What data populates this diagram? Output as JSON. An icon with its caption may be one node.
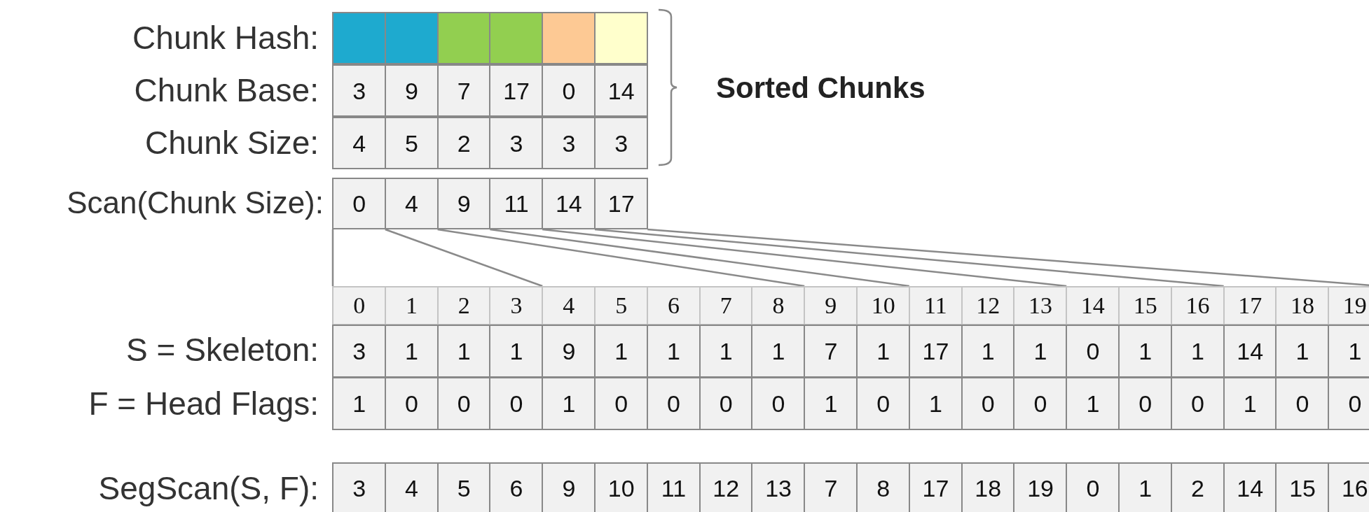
{
  "diagram": {
    "nodes": [
      {
        "text": [],
        "shape": "box"
      },
      {
        "text": [],
        "shape": "box"
      },
      {
        "text": [],
        "shape": "box"
      },
      {
        "text": [],
        "shape": "box"
      },
      {
        "text": [],
        "shape": "box"
      },
      {
        "text": [],
        "shape": "box"
      },
      {
        "text": [
          "3"
        ]
      },
      {
        "text": [
          "9"
        ]
      },
      {
        "text": [
          "7"
        ]
      },
      {
        "text": [
          "17"
        ]
      },
      {
        "text": [
          "0"
        ]
      },
      {
        "text": [
          "14"
        ]
      },
      {
        "text": [
          "4"
        ]
      },
      {
        "text": [
          "5"
        ]
      },
      {
        "text": [
          "2"
        ]
      },
      {
        "text": [
          "3"
        ]
      },
      {
        "text": [
          "3"
        ]
      },
      {
        "text": [
          "3"
        ]
      },
      {
        "text": [
          "0"
        ]
      },
      {
        "text": [
          "4"
        ]
      },
      {
        "text": [
          "9"
        ]
      },
      {
        "text": [
          "11"
        ]
      },
      {
        "text": [
          "14"
        ]
      },
      {
        "text": [
          "17"
        ]
      },
      {
        "text": [
          "0"
        ]
      },
      {
        "text": [
          "1"
        ]
      },
      {
        "text": [
          "2"
        ]
      },
      {
        "text": [
          "3"
        ]
      },
      {
        "text": [
          "4"
        ]
      },
      {
        "text": [
          "5"
        ]
      },
      {
        "text": [
          "6"
        ]
      },
      {
        "text": [
          "7"
        ]
      },
      {
        "text": [
          "8"
        ]
      },
      {
        "text": [
          "9"
        ]
      },
      {
        "text": [
          "10"
        ]
      },
      {
        "text": [
          "11"
        ]
      },
      {
        "text": [
          "12"
        ]
      },
      {
        "text": [
          "13"
        ]
      },
      {
        "text": [
          "14"
        ]
      },
      {
        "text": [
          "15"
        ]
      },
      {
        "text": [
          "16"
        ]
      },
      {
        "text": [
          "17"
        ]
      },
      {
        "text": [
          "18"
        ]
      },
      {
        "text": [
          "19"
        ]
      },
      {
        "text": [
          "3"
        ]
      },
      {
        "text": [
          "1"
        ]
      },
      {
        "text": [
          "1"
        ]
      },
      {
        "text": [
          "1"
        ]
      },
      {
        "text": [
          "9"
        ]
      },
      {
        "text": [
          "1"
        ]
      },
      {
        "text": [
          "1"
        ]
      },
      {
        "text": [
          "1"
        ]
      },
      {
        "text": [
          "1"
        ]
      },
      {
        "text": [
          "7"
        ]
      },
      {
        "text": [
          "1"
        ]
      },
      {
        "text": [
          "17"
        ]
      },
      {
        "text": [
          "1"
        ]
      },
      {
        "text": [
          "1"
        ]
      },
      {
        "text": [
          "0"
        ]
      },
      {
        "text": [
          "1"
        ]
      },
      {
        "text": [
          "1"
        ]
      },
      {
        "text": [
          "14"
        ]
      },
      {
        "text": [
          "1"
        ]
      },
      {
        "text": [
          "1"
        ]
      },
      {
        "text": [
          "1"
        ]
      },
      {
        "text": [
          "0"
        ]
      },
      {
        "text": [
          "0"
        ]
      },
      {
        "text": [
          "0"
        ]
      },
      {
        "text": [
          "1"
        ]
      },
      {
        "text": [
          "0"
        ]
      },
      {
        "text": [
          "0"
        ]
      },
      {
        "text": [
          "0"
        ]
      },
      {
        "text": [
          "0"
        ]
      },
      {
        "text": [
          "1"
        ]
      },
      {
        "text": [
          "0"
        ]
      },
      {
        "text": [
          "1"
        ]
      },
      {
        "text": [
          "0"
        ]
      },
      {
        "text": [
          "0"
        ]
      },
      {
        "text": [
          "1"
        ]
      },
      {
        "text": [
          "0"
        ]
      },
      {
        "text": [
          "0"
        ]
      },
      {
        "text": [
          "1"
        ]
      },
      {
        "text": [
          "0"
        ]
      },
      {
        "text": [
          "0"
        ]
      },
      {
        "text": [
          "3"
        ]
      },
      {
        "text": [
          "4"
        ]
      },
      {
        "text": [
          "5"
        ]
      },
      {
        "text": [
          "6"
        ]
      },
      {
        "text": [
          "9"
        ]
      },
      {
        "text": [
          "10"
        ]
      },
      {
        "text": [
          "11"
        ]
      },
      {
        "text": [
          "12"
        ]
      },
      {
        "text": [
          "13"
        ]
      },
      {
        "text": [
          "7"
        ]
      },
      {
        "text": [
          "8"
        ]
      },
      {
        "text": [
          "17"
        ]
      },
      {
        "text": [
          "18"
        ]
      },
      {
        "text": [
          "19"
        ]
      },
      {
        "text": [
          "0"
        ]
      },
      {
        "text": [
          "1"
        ]
      },
      {
        "text": [
          "2"
        ]
      },
      {
        "text": [
          "14"
        ]
      },
      {
        "text": [
          "15"
        ]
      },
      {
        "text": [
          "16"
        ]
      }
    ],
    "edges": [
      {
        "from": 18,
        "to": 24,
        "arrow": "none"
      },
      {
        "from": 19,
        "to": 28,
        "arrow": "none"
      },
      {
        "from": 20,
        "to": 33,
        "arrow": "none"
      },
      {
        "from": 21,
        "to": 35,
        "arrow": "none"
      },
      {
        "from": 22,
        "to": 38,
        "arrow": "none"
      },
      {
        "from": 23,
        "to": 41,
        "arrow": "none"
      },
      {
        "from": 23,
        "to": 43,
        "arrow": "none"
      }
    ],
    "labels": [
      "Chunk Hash:",
      "Chunk Base:",
      "Sorted Chunks",
      "Chunk Size:",
      "Scan(Chunk Size):",
      "S = Skeleton:",
      "F = Head Flags:",
      "SegScan(S, F):"
    ]
  }
}
